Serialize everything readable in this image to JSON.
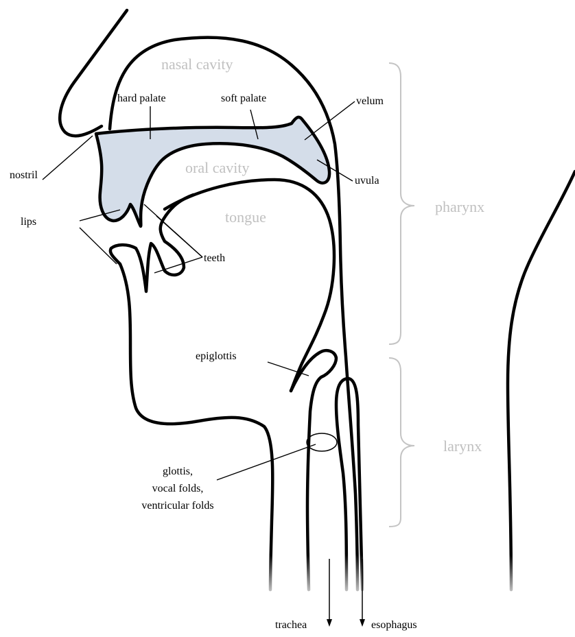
{
  "labels": {
    "nasal_cavity": "nasal cavity",
    "hard_palate": "hard palate",
    "soft_palate": "soft palate",
    "velum": "velum",
    "nostril": "nostril",
    "oral_cavity": "oral cavity",
    "uvula": "uvula",
    "lips": "lips",
    "tongue": "tongue",
    "pharynx": "pharynx",
    "teeth": "teeth",
    "epiglottis": "epiglottis",
    "larynx": "larynx",
    "glottis_line1": "glottis,",
    "glottis_line2": "vocal folds,",
    "glottis_line3": "ventricular folds",
    "trachea": "trachea",
    "esophagus": "esophagus"
  },
  "colors": {
    "palate_fill": "#d4dde9",
    "outline": "#000000",
    "region_text": "#c0c0c0",
    "brace": "#c4c4c4"
  }
}
